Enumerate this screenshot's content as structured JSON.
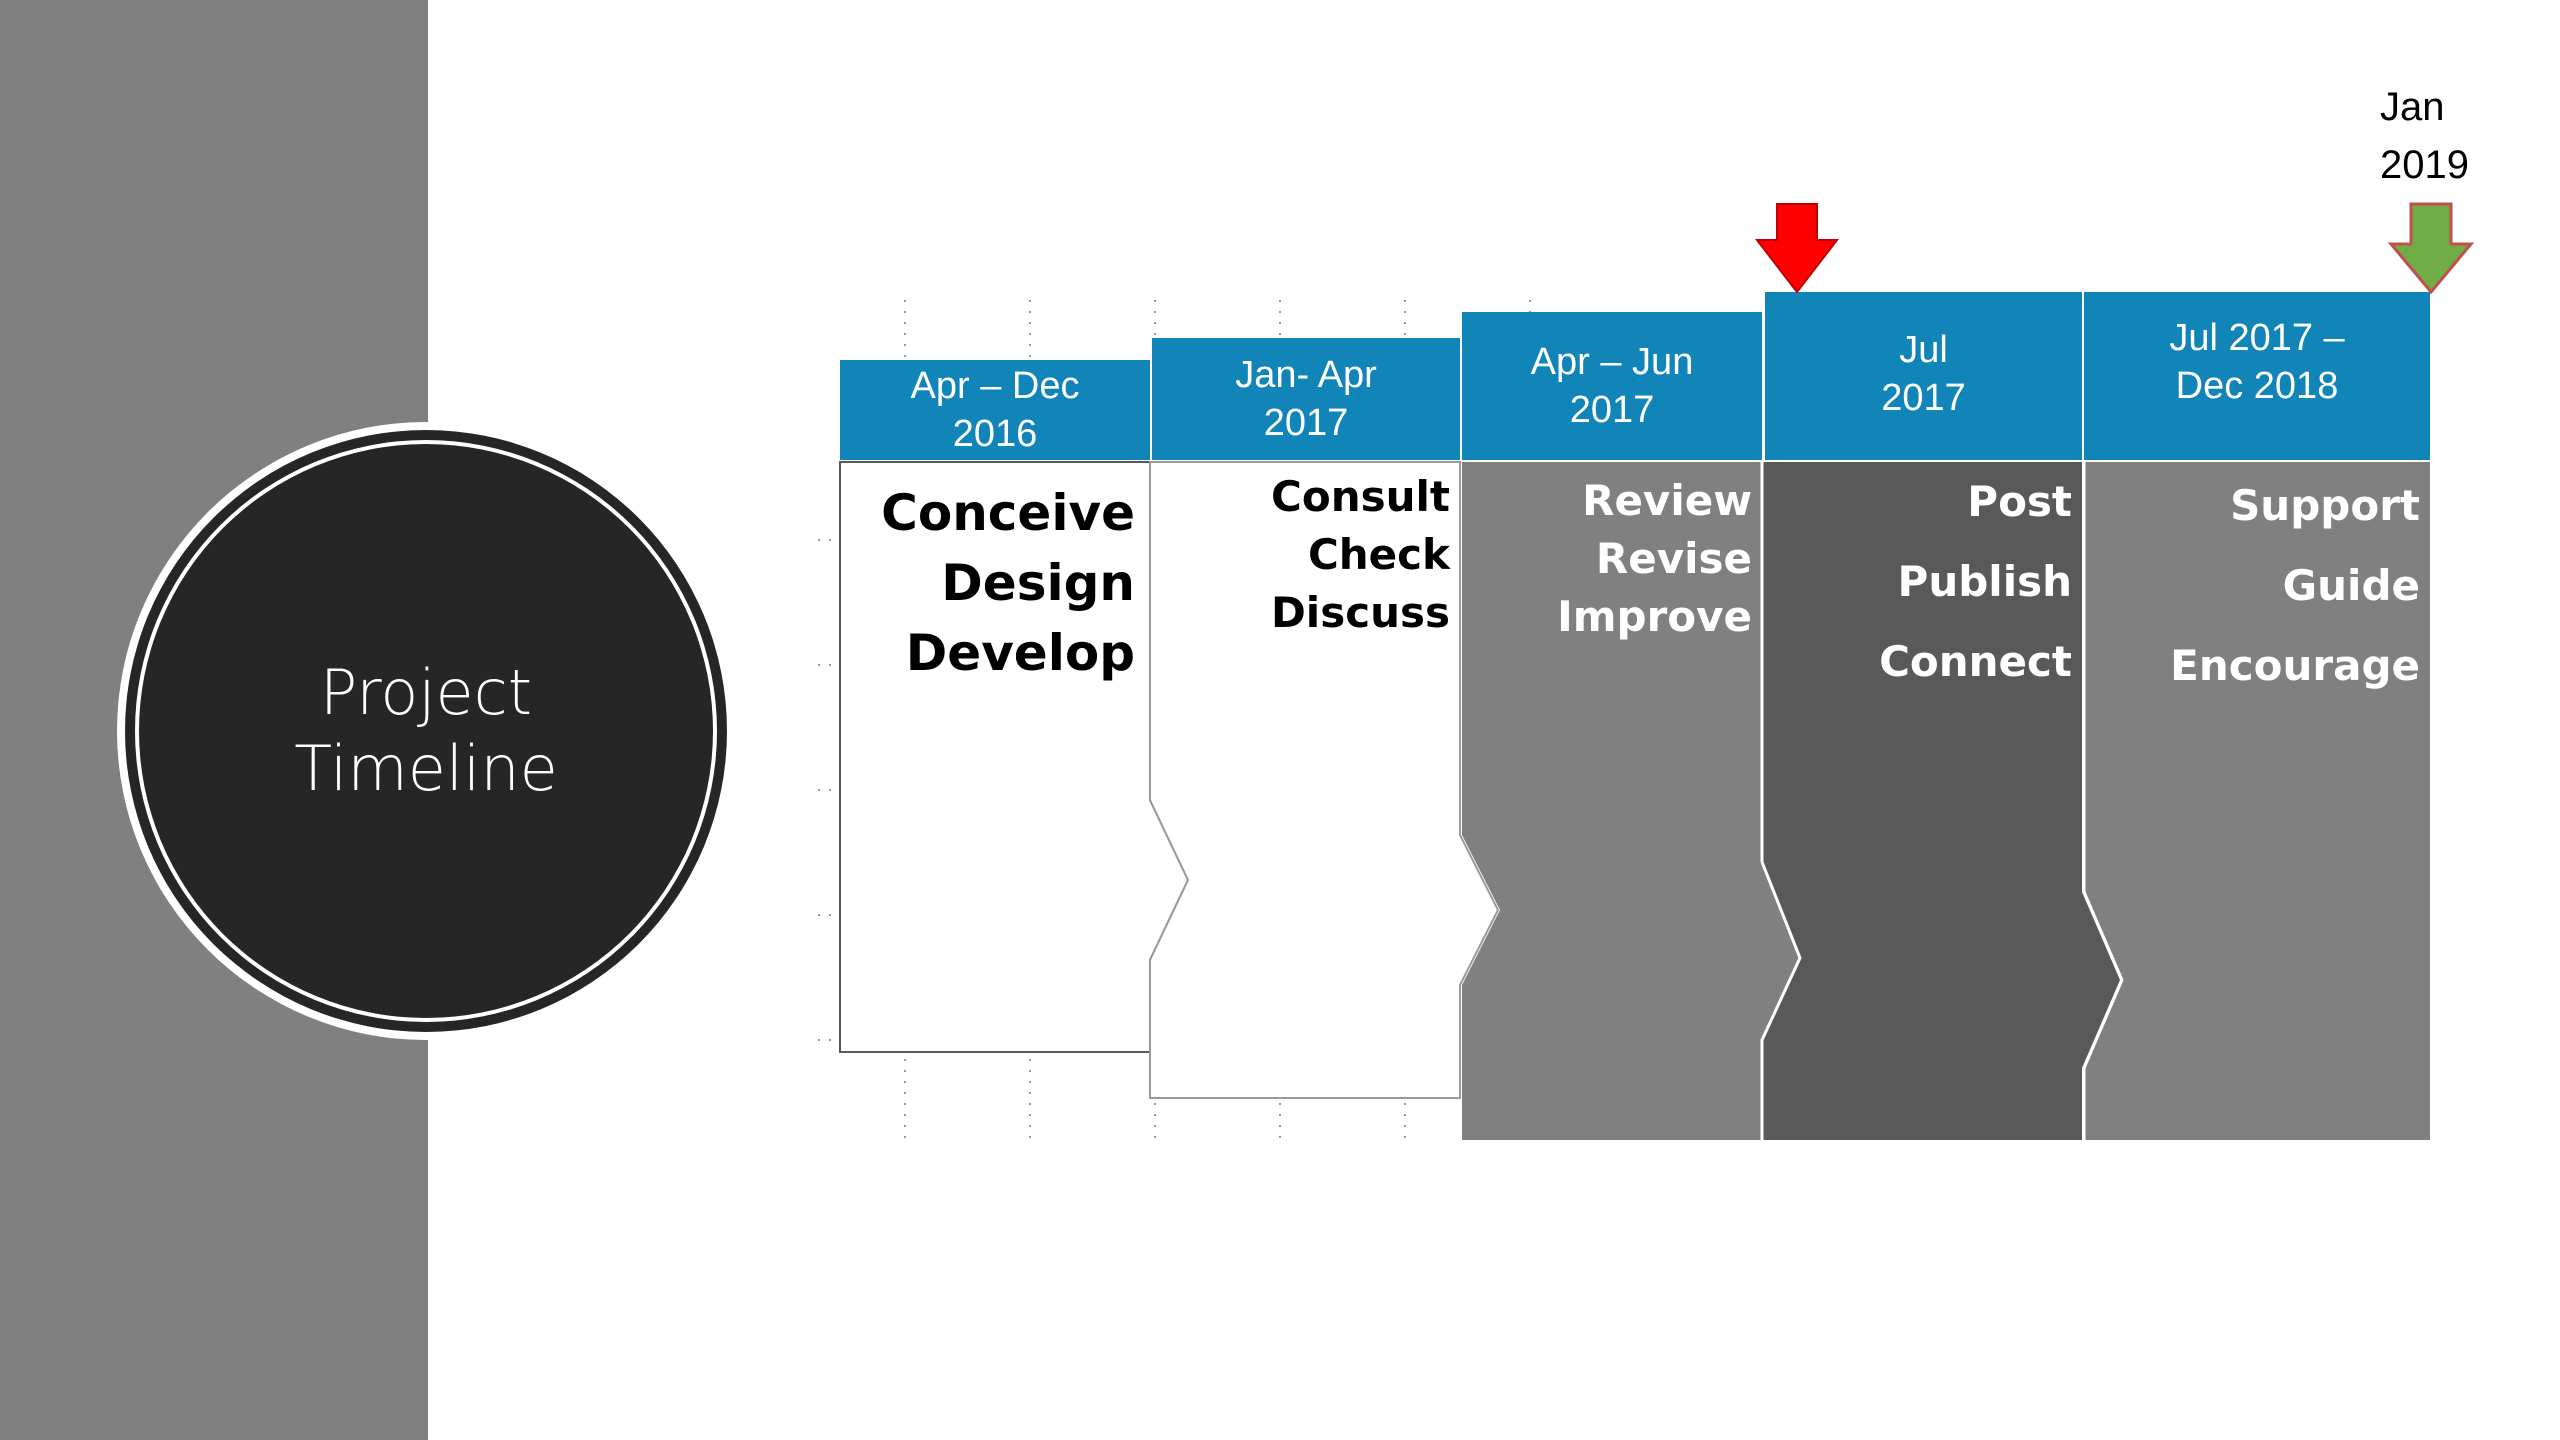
{
  "slide": {
    "title": "Project\nTimeline",
    "colors": {
      "panel": "#808080",
      "circle": "#262626",
      "header": "#1185b8",
      "white_block": "#ffffff",
      "grey_block": "#808080",
      "dark_block": "#595959",
      "current_marker": "#ff0000",
      "end_marker": "#70ad47"
    }
  },
  "markers": {
    "current": {
      "icon": "down-arrow-icon",
      "color": "#ff0000"
    },
    "end": {
      "icon": "down-arrow-icon",
      "color": "#70ad47",
      "label": "Jan\n2019"
    }
  },
  "phases": [
    {
      "period": "Apr – Dec\n2016",
      "activities": [
        "Conceive",
        "Design",
        "Develop"
      ]
    },
    {
      "period": "Jan- Apr\n2017",
      "activities": [
        "Consult",
        "Check",
        "Discuss"
      ]
    },
    {
      "period": "Apr – Jun\n2017",
      "activities": [
        "Review",
        "Revise",
        "Improve"
      ]
    },
    {
      "period": "Jul\n2017",
      "activities": [
        "Post",
        "Publish",
        "Connect"
      ]
    },
    {
      "period": "Jul 2017 –\nDec 2018",
      "activities": [
        "Support",
        "Guide",
        "Encourage"
      ]
    }
  ]
}
